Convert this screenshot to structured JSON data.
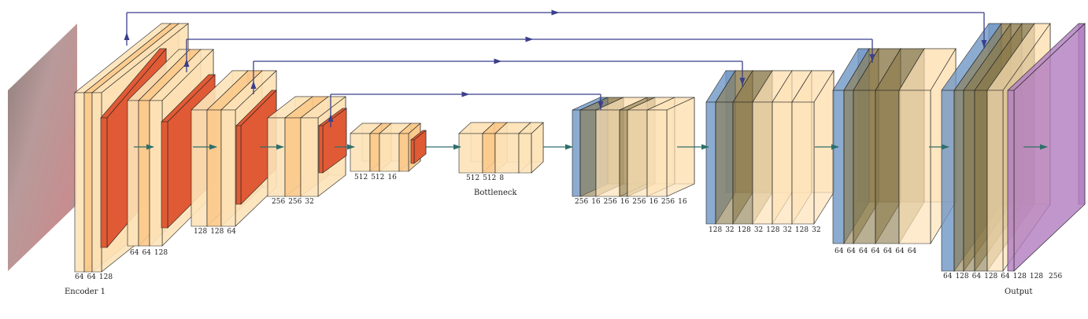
{
  "captions": {
    "encoder1": "Encoder 1",
    "bottleneck": "Bottleneck",
    "output": "Output"
  },
  "labels": {
    "enc1": [
      "64",
      "64",
      "128"
    ],
    "enc2": [
      "64",
      "64",
      "128"
    ],
    "enc3": [
      "128",
      "128",
      "64"
    ],
    "enc4": [
      "256",
      "256",
      "32"
    ],
    "enc5": [
      "512",
      "512",
      "16"
    ],
    "bottleneck": [
      "512",
      "512",
      "8"
    ],
    "dec1": [
      "256",
      "16",
      "256",
      "16",
      "256",
      "16",
      "256",
      "16"
    ],
    "dec2": [
      "128",
      "32",
      "128",
      "32",
      "128",
      "32",
      "128",
      "32"
    ],
    "dec3": [
      "64",
      "64",
      "64",
      "64",
      "64",
      "64",
      "64"
    ],
    "dec4": [
      "64",
      "128",
      "64",
      "128",
      "64",
      "128",
      "128"
    ],
    "output": [
      "256"
    ]
  },
  "colors": {
    "conv": "#fde3b8",
    "relu": "#fbc98a",
    "pool": "#e05a35",
    "deconv": "#6f96c4",
    "concat": "#8a7a4a",
    "output": "#b07cc0",
    "skip": "#3b3f8c",
    "flow": "#2f6f6a"
  }
}
